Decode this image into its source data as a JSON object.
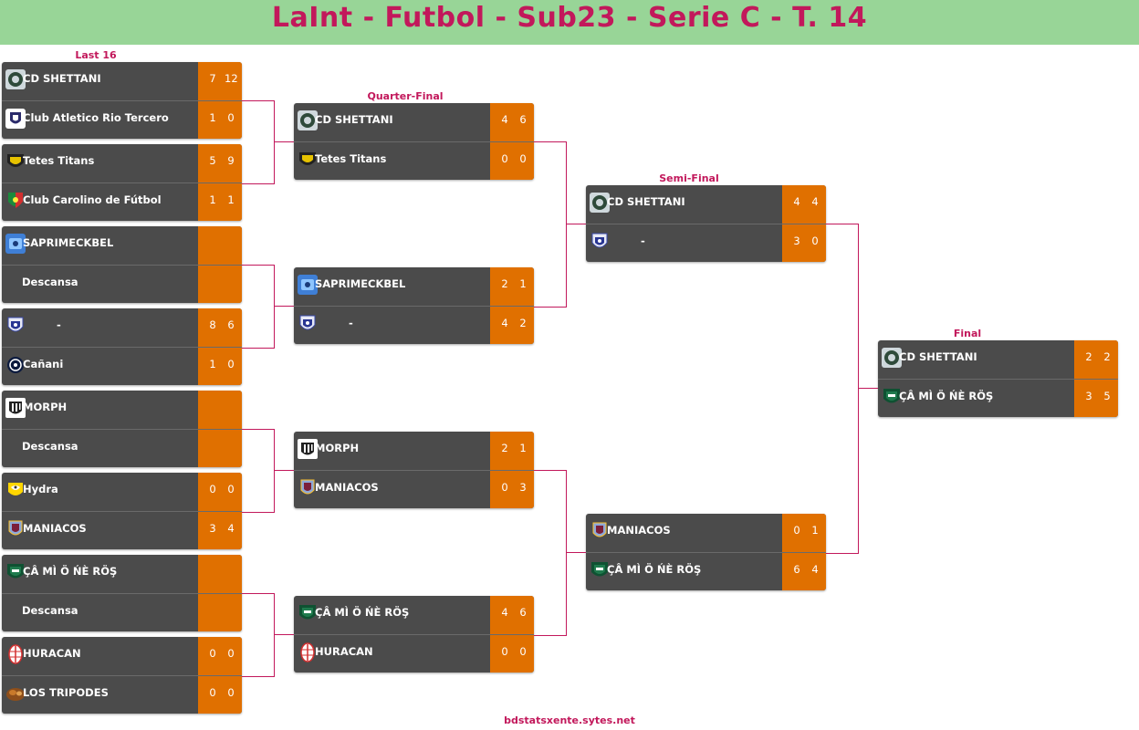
{
  "title": "LaInt - Futbol - Sub23 - Serie C - T. 14",
  "rounds": {
    "last16": "Last 16",
    "quarter": "Quarter-Final",
    "semi": "Semi-Final",
    "final": "Final"
  },
  "footer": "bdstatsxente.sytes.net",
  "colors": {
    "header": "#98d597",
    "accent": "#c2185b",
    "score_bg": "#e07000",
    "card_bg": "#4b4b4b"
  },
  "last16": [
    {
      "teams": [
        {
          "name": "CD SHETTANI",
          "logo": "shettani-logo",
          "s1": "7",
          "s2": "12"
        },
        {
          "name": "Club Atletico Rio Tercero",
          "logo": "rio-tercero-logo",
          "s1": "1",
          "s2": "0"
        }
      ]
    },
    {
      "teams": [
        {
          "name": "Tetes Titans",
          "logo": "tetes-titans-logo",
          "s1": "5",
          "s2": "9"
        },
        {
          "name": "Club Carolino de Fútbol",
          "logo": "carolino-logo",
          "s1": "1",
          "s2": "1"
        }
      ]
    },
    {
      "teams": [
        {
          "name": "SAPRIMECKBEL",
          "logo": "saprimeckbel-logo",
          "s1": "",
          "s2": ""
        },
        {
          "name": "Descansa",
          "logo": "",
          "s1": "",
          "s2": ""
        }
      ]
    },
    {
      "teams": [
        {
          "name": "-",
          "logo": "shield-logo",
          "s1": "8",
          "s2": "6"
        },
        {
          "name": "Cañani",
          "logo": "canani-logo",
          "s1": "1",
          "s2": "0"
        }
      ]
    },
    {
      "teams": [
        {
          "name": "MORPH",
          "logo": "morph-logo",
          "s1": "",
          "s2": ""
        },
        {
          "name": "Descansa",
          "logo": "",
          "s1": "",
          "s2": ""
        }
      ]
    },
    {
      "teams": [
        {
          "name": "Hydra",
          "logo": "hydra-logo",
          "s1": "0",
          "s2": "0"
        },
        {
          "name": "MANIACOS",
          "logo": "maniacos-logo",
          "s1": "3",
          "s2": "4"
        }
      ]
    },
    {
      "teams": [
        {
          "name": "ÇÂ MÌ Ö ŃÈ RÖŞ",
          "logo": "camioneros-logo",
          "s1": "",
          "s2": ""
        },
        {
          "name": "Descansa",
          "logo": "",
          "s1": "",
          "s2": ""
        }
      ]
    },
    {
      "teams": [
        {
          "name": "HURACAN",
          "logo": "huracan-logo",
          "s1": "0",
          "s2": "0"
        },
        {
          "name": "LOS TRIPODES",
          "logo": "tripodes-logo",
          "s1": "0",
          "s2": "0"
        }
      ]
    }
  ],
  "quarter": [
    {
      "teams": [
        {
          "name": "CD SHETTANI",
          "logo": "shettani-logo",
          "s1": "4",
          "s2": "6"
        },
        {
          "name": "Tetes Titans",
          "logo": "tetes-titans-logo",
          "s1": "0",
          "s2": "0"
        }
      ]
    },
    {
      "teams": [
        {
          "name": "SAPRIMECKBEL",
          "logo": "saprimeckbel-logo",
          "s1": "2",
          "s2": "1"
        },
        {
          "name": "-",
          "logo": "shield-logo",
          "s1": "4",
          "s2": "2"
        }
      ]
    },
    {
      "teams": [
        {
          "name": "MORPH",
          "logo": "morph-logo",
          "s1": "2",
          "s2": "1"
        },
        {
          "name": "MANIACOS",
          "logo": "maniacos-logo",
          "s1": "0",
          "s2": "3"
        }
      ]
    },
    {
      "teams": [
        {
          "name": "ÇÂ MÌ Ö ŃÈ RÖŞ",
          "logo": "camioneros-logo",
          "s1": "4",
          "s2": "6"
        },
        {
          "name": "HURACAN",
          "logo": "huracan-logo",
          "s1": "0",
          "s2": "0"
        }
      ]
    }
  ],
  "semi": [
    {
      "teams": [
        {
          "name": "CD SHETTANI",
          "logo": "shettani-logo",
          "s1": "4",
          "s2": "4"
        },
        {
          "name": "-",
          "logo": "shield-logo",
          "s1": "3",
          "s2": "0"
        }
      ]
    },
    {
      "teams": [
        {
          "name": "MANIACOS",
          "logo": "maniacos-logo",
          "s1": "0",
          "s2": "1"
        },
        {
          "name": "ÇÂ MÌ Ö ŃÈ RÖŞ",
          "logo": "camioneros-logo",
          "s1": "6",
          "s2": "4"
        }
      ]
    }
  ],
  "final": [
    {
      "teams": [
        {
          "name": "CD SHETTANI",
          "logo": "shettani-logo",
          "s1": "2",
          "s2": "2"
        },
        {
          "name": "ÇÂ MÌ Ö ŃÈ RÖŞ",
          "logo": "camioneros-logo",
          "s1": "3",
          "s2": "5"
        }
      ]
    }
  ]
}
